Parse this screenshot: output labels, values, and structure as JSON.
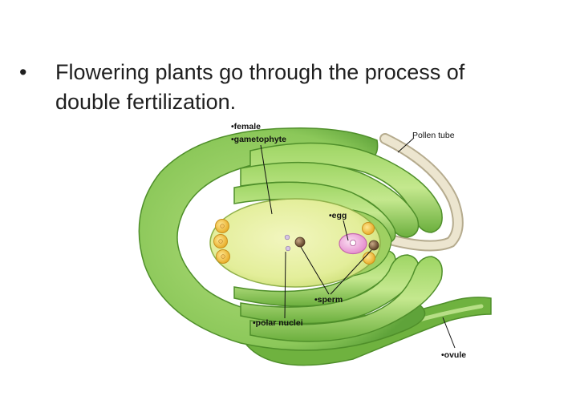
{
  "slide": {
    "bullet_marker": "•",
    "bullet_text": "Flowering plants go through the process of double fertilization."
  },
  "diagram": {
    "labels": {
      "female": "•female",
      "gametophyte": "•gametophyte",
      "pollen_tube": "Pollen tube",
      "egg": "•egg",
      "sperm": "•sperm",
      "polar_nuclei": "•polar nuclei",
      "ovule": "•ovule"
    },
    "colors": {
      "integument_dark": "#5fa33a",
      "integument_light": "#b4de7d",
      "gametophyte_fill": "#e3ee9a",
      "pollen_tube": "#e4dcc4",
      "egg": "#f0a8d8",
      "cells": "#f0c042",
      "nucleus": "#8a6a4a"
    }
  }
}
